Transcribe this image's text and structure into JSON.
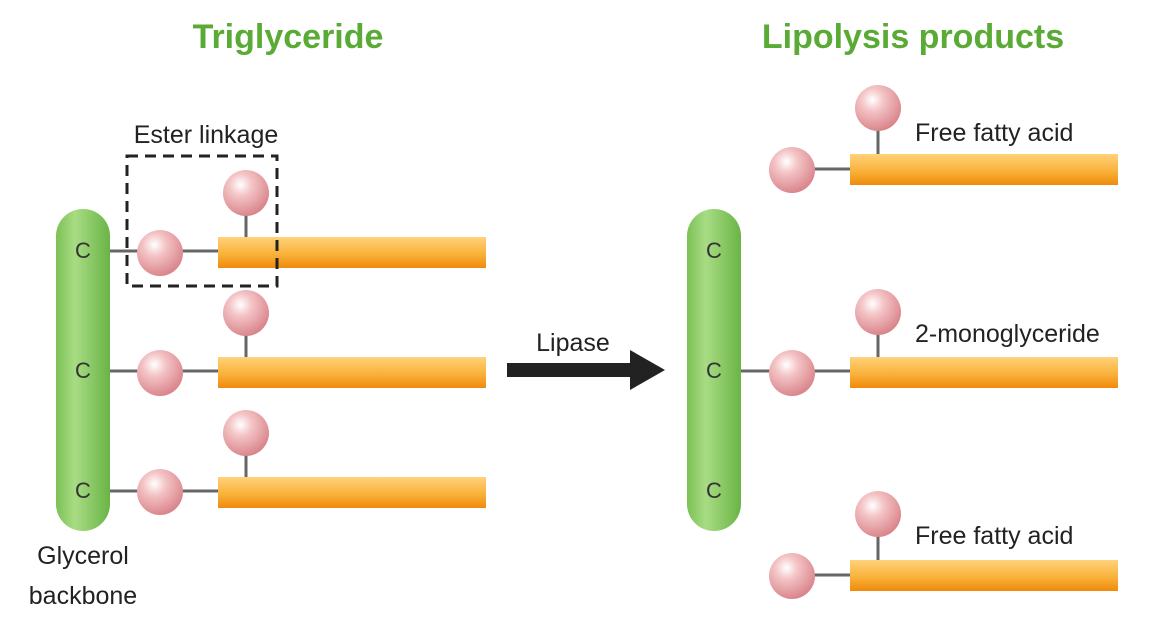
{
  "titles": {
    "left": "Triglyceride",
    "right": "Lipolysis products"
  },
  "labels": {
    "ester_linkage": "Ester linkage",
    "glycerol_line1": "Glycerol",
    "glycerol_line2": "backbone",
    "enzyme": "Lipase",
    "product_top": "Free fatty acid",
    "product_middle": "2-monoglyceride",
    "product_bottom": "Free fatty acid"
  },
  "carbon_symbol": "C",
  "colors": {
    "title_green": "#5aaa36",
    "glycerol_green": "#8ccf62",
    "fatty_acid_orange": "#f7a520",
    "oxygen_pink": "#e8a0a4",
    "bond_gray": "#666666",
    "arrow_black": "#222222"
  }
}
